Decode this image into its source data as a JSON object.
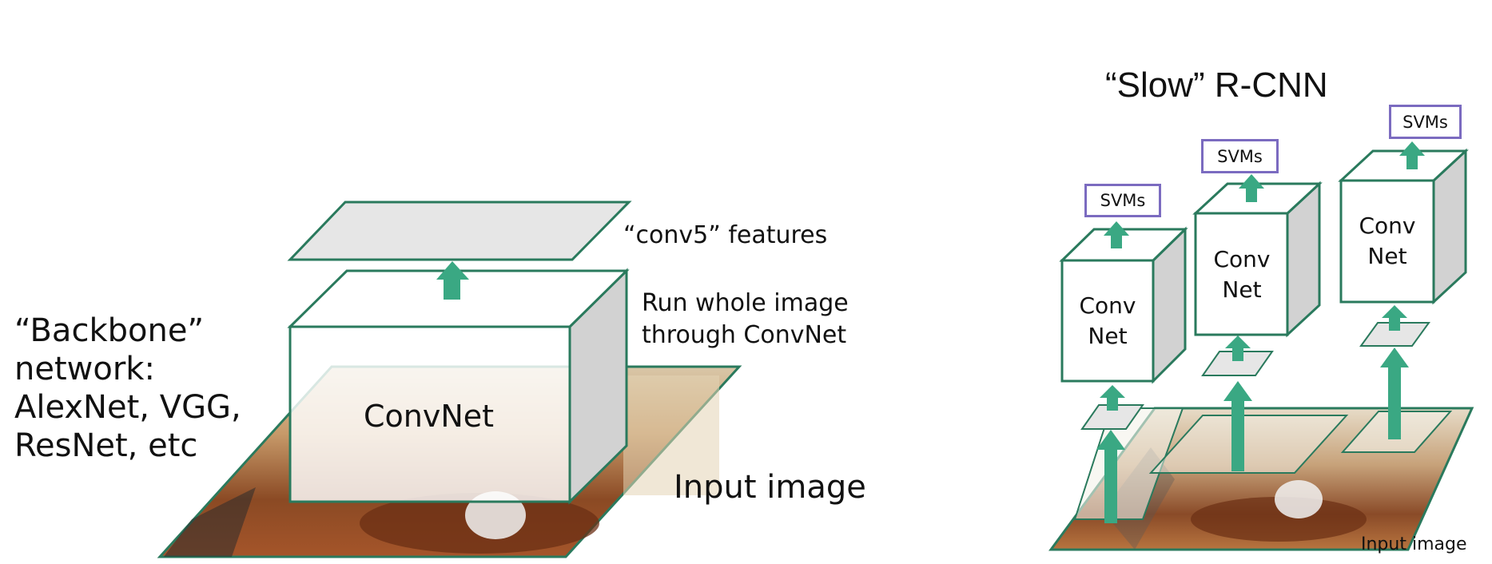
{
  "colors": {
    "outline": "#2a7a5d",
    "arrow": "#3aa883",
    "svm_border": "#7b6bc0",
    "plate_fill": "#e6e6e6",
    "cube_side": "#d2d2d2"
  },
  "left_diagram": {
    "backbone_label": [
      "“Backbone”",
      "network:",
      "AlexNet, VGG,",
      "ResNet, etc"
    ],
    "conv5_label": "“conv5” features",
    "run_label": [
      "Run whole image",
      "through ConvNet"
    ],
    "convnet_label": "ConvNet",
    "input_label": "Input image"
  },
  "right_diagram": {
    "title": "“Slow” R-CNN",
    "input_label": "Input image",
    "networks": [
      {
        "line1": "Conv",
        "line2": "Net",
        "svm": "SVMs"
      },
      {
        "line1": "Conv",
        "line2": "Net",
        "svm": "SVMs"
      },
      {
        "line1": "Conv",
        "line2": "Net",
        "svm": "SVMs"
      }
    ]
  }
}
